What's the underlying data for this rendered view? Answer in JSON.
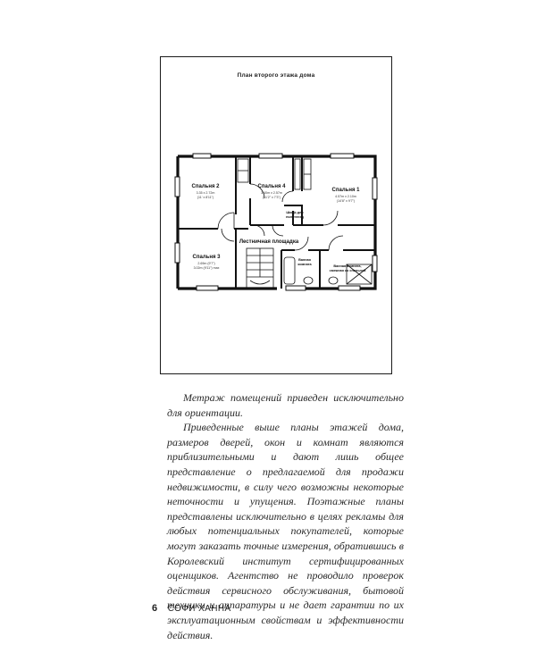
{
  "plan": {
    "title": "План второго этажа дома",
    "rooms": {
      "bedroom2": {
        "name": "Спальня 2",
        "dim_m": "3.35 x 2.72m",
        "dim_ft": "(11' x 8'11\")"
      },
      "bedroom4": {
        "name": "Спальня 4",
        "dim_m": "3.40m x 2.57m",
        "dim_ft": "(11'2\" x 7'3\")"
      },
      "bedroom1": {
        "name": "Спальня 1",
        "dim_m": "4.57m x 2.10m",
        "dim_ft": "(14'8\" x 9'7\")"
      },
      "bedroom3": {
        "name": "Спальня 3",
        "dim_m": "2.69m (9'7\")",
        "dim_ft": "3.02m (9'11\") max"
      },
      "landing": {
        "name": "Лестничная площадка"
      },
      "closet_line1": "Шкаф для",
      "closet_line2": "полотенец",
      "bathroom_line1": "Ванная",
      "bathroom_line2": "комната",
      "ensuite_line1": "Ванная комната,",
      "ensuite_line2": "смежная со спальней"
    }
  },
  "text": {
    "paragraph1": "Метраж помещений приведен исключительно для ориентации.",
    "paragraph2": "Приведенные выше планы этажей дома, размеров дверей, окон и комнат являются приблизительными и дают лишь общее представление о предлагаемой для продажи недвижимости, в силу чего возможны некоторые неточности и упущения. Поэтажные планы представлены исключительно в целях рекламы для любых потенциальных покупателей, которые могут заказать точные измерения, обратившись в Королевский институт сертифицированных оценщиков. Агентство не проводило проверок действия сервисного обслуживания, бытовой техники и аппаратуры и не дает гарантии по их эксплуатационным свойствам и эффективности действия."
  },
  "footer": {
    "page_number": "6",
    "author": "СОФИ ХАННА"
  }
}
